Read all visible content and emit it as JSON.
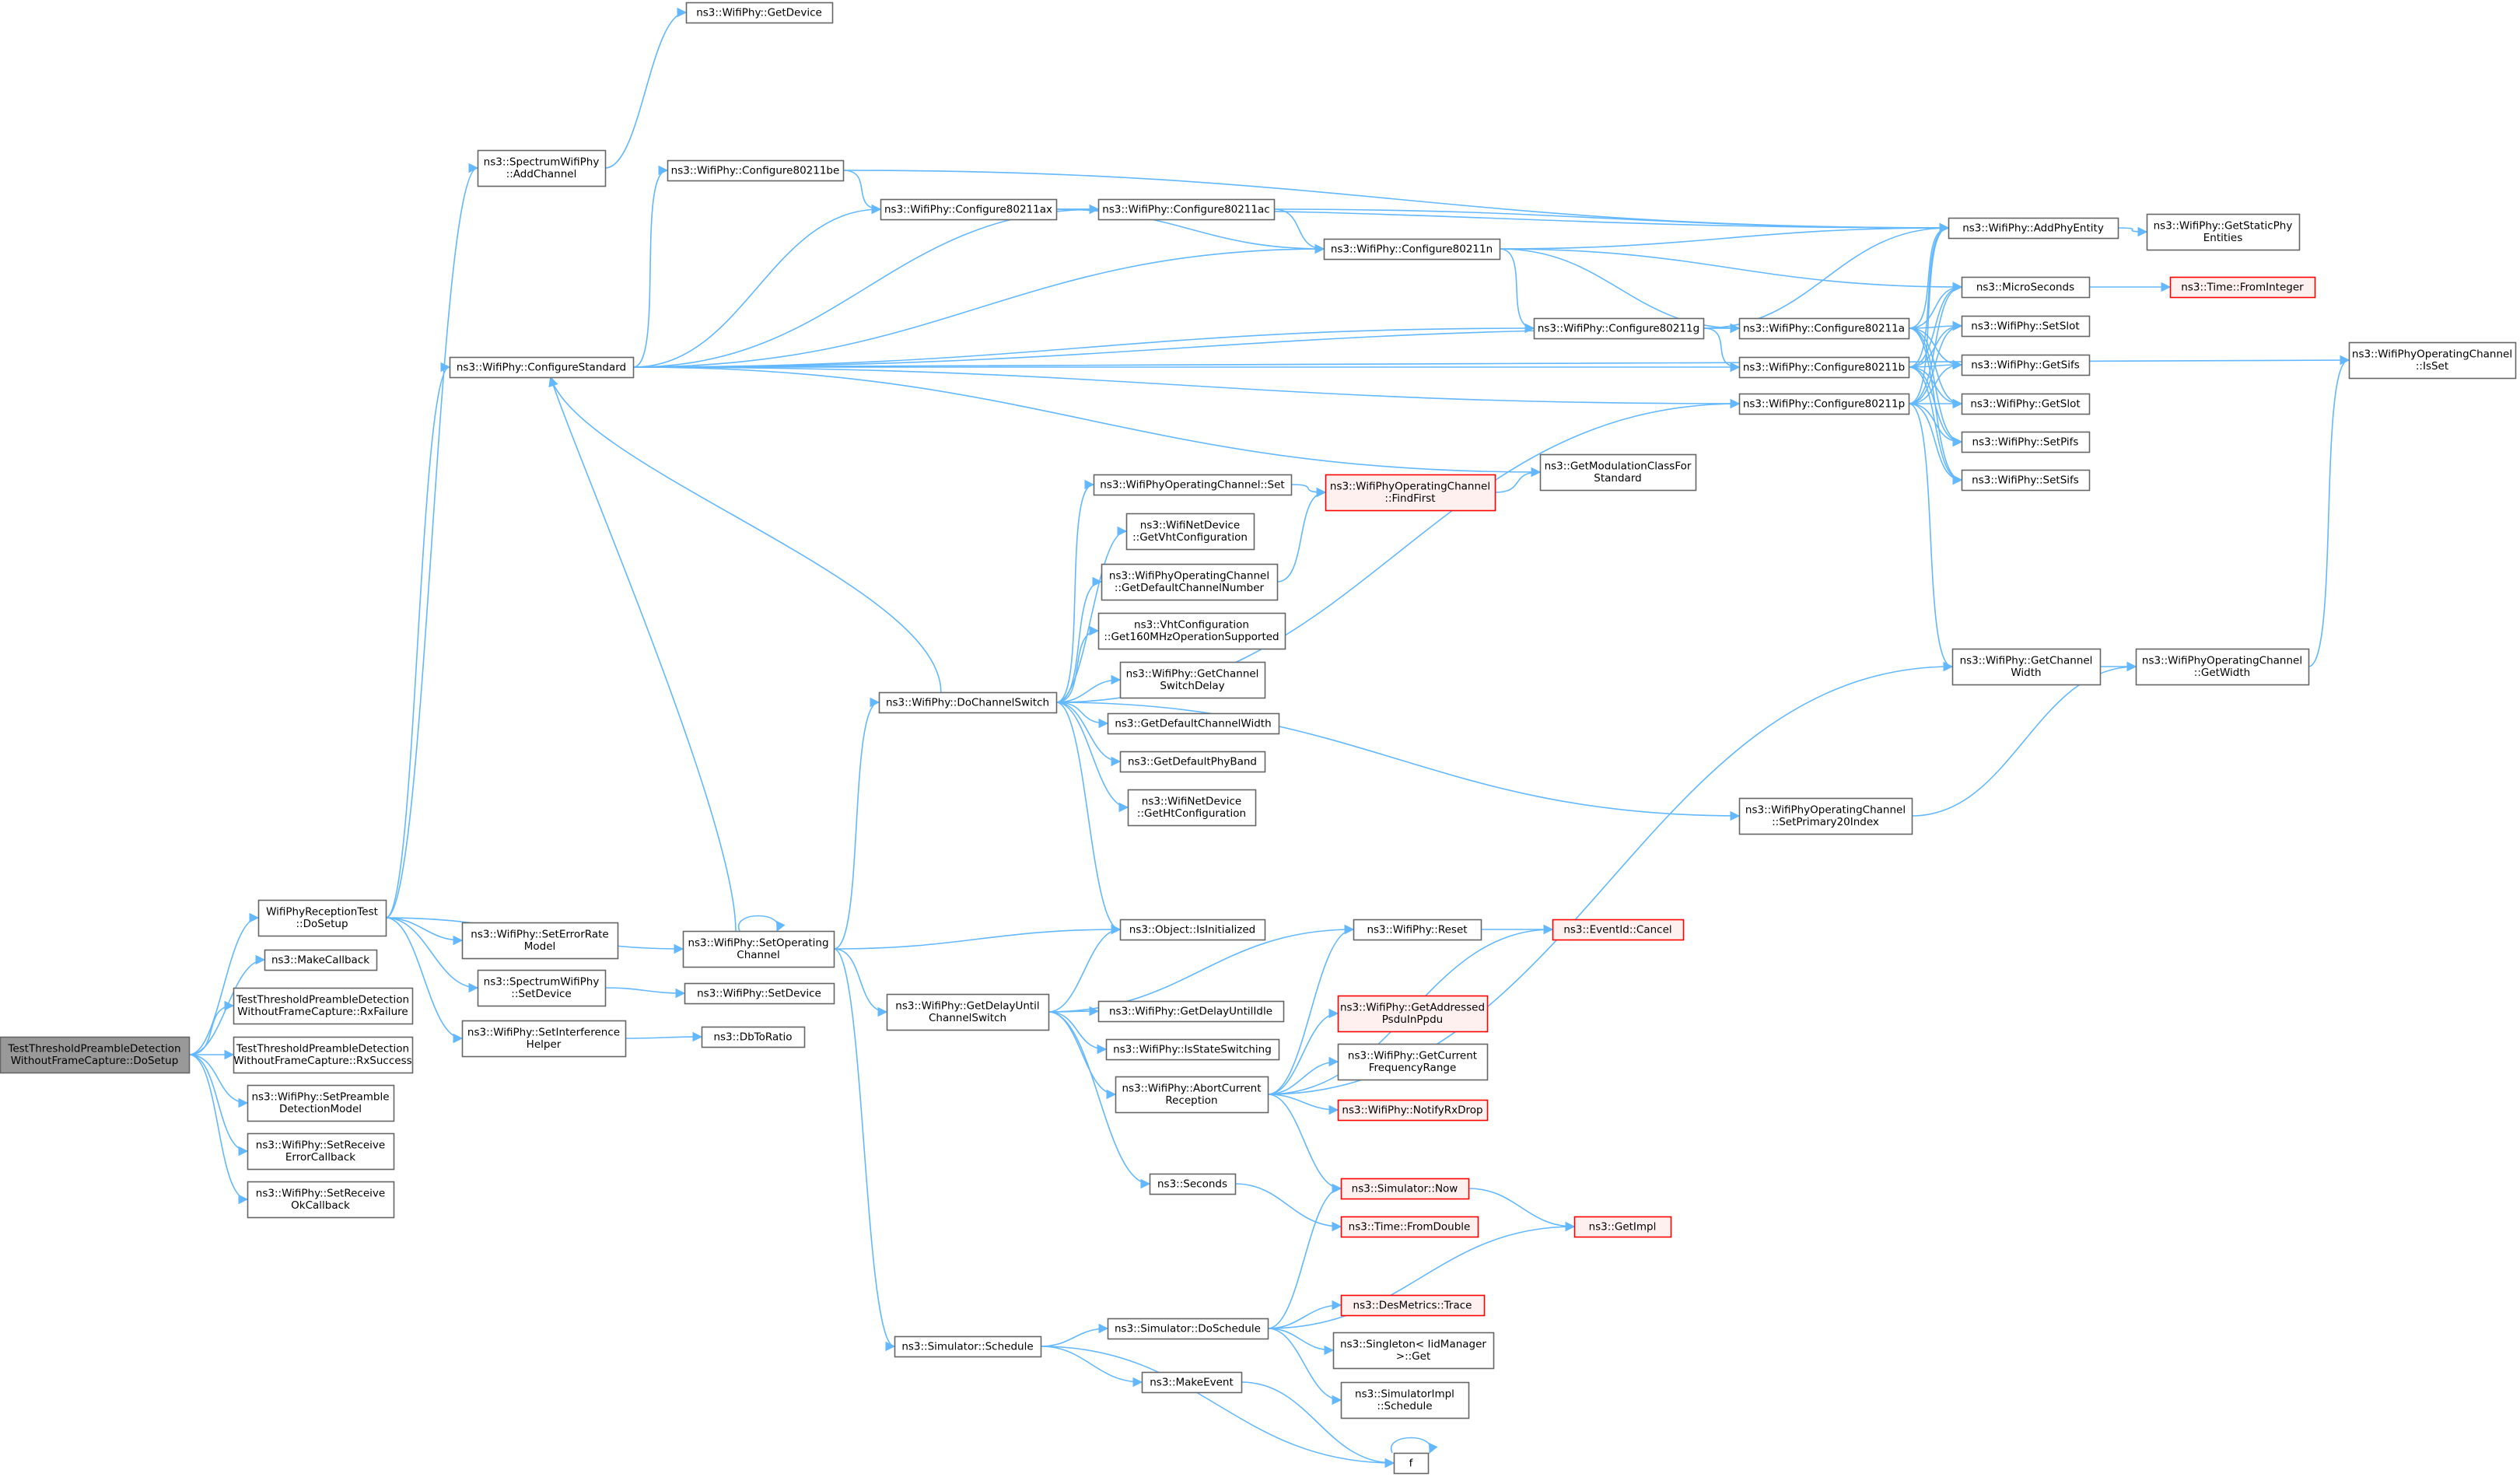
{
  "colors": {
    "node_fill": "#ffffff",
    "node_border": "#666666",
    "highlight_fill": "#999999",
    "highlight_border": "#666666",
    "truncated_border": "#ff0000",
    "truncated_fill": "#fff0f0",
    "edge": "#63b8ff",
    "text": "#000000"
  },
  "nodes": [
    {
      "id": "root",
      "lines": [
        "TestThresholdPreambleDetection",
        "WithoutFrameCapture::DoSetup"
      ],
      "style": "highlight"
    },
    {
      "id": "doSetup",
      "lines": [
        "WifiPhyReceptionTest",
        "::DoSetup"
      ]
    },
    {
      "id": "makeCallback",
      "lines": [
        "ns3::MakeCallback"
      ]
    },
    {
      "id": "rxFailure",
      "lines": [
        "TestThresholdPreambleDetection",
        "WithoutFrameCapture::RxFailure"
      ]
    },
    {
      "id": "rxSuccess",
      "lines": [
        "TestThresholdPreambleDetection",
        "WithoutFrameCapture::RxSuccess"
      ]
    },
    {
      "id": "setPreamble",
      "lines": [
        "ns3::WifiPhy::SetPreamble",
        "DetectionModel"
      ]
    },
    {
      "id": "setRecvErr",
      "lines": [
        "ns3::WifiPhy::SetReceive",
        "ErrorCallback"
      ]
    },
    {
      "id": "setRecvOk",
      "lines": [
        "ns3::WifiPhy::SetReceive",
        "OkCallback"
      ]
    },
    {
      "id": "spectrumAdd",
      "lines": [
        "ns3::SpectrumWifiPhy",
        "::AddChannel"
      ]
    },
    {
      "id": "getDevice",
      "lines": [
        "ns3::WifiPhy::GetDevice"
      ]
    },
    {
      "id": "configStd",
      "lines": [
        "ns3::WifiPhy::ConfigureStandard"
      ]
    },
    {
      "id": "setErrRate",
      "lines": [
        "ns3::WifiPhy::SetErrorRate",
        "Model"
      ]
    },
    {
      "id": "spectrumSetDev",
      "lines": [
        "ns3::SpectrumWifiPhy",
        "::SetDevice"
      ]
    },
    {
      "id": "setInterf",
      "lines": [
        "ns3::WifiPhy::SetInterference",
        "Helper"
      ]
    },
    {
      "id": "setOpCh",
      "lines": [
        "ns3::WifiPhy::SetOperating",
        "Channel"
      ]
    },
    {
      "id": "wifiSetDev",
      "lines": [
        "ns3::WifiPhy::SetDevice"
      ]
    },
    {
      "id": "dbToRatio",
      "lines": [
        "ns3::DbToRatio"
      ]
    },
    {
      "id": "cfgBe",
      "lines": [
        "ns3::WifiPhy::Configure80211be"
      ]
    },
    {
      "id": "cfgAx",
      "lines": [
        "ns3::WifiPhy::Configure80211ax"
      ]
    },
    {
      "id": "cfgAc",
      "lines": [
        "ns3::WifiPhy::Configure80211ac"
      ]
    },
    {
      "id": "cfgN",
      "lines": [
        "ns3::WifiPhy::Configure80211n"
      ]
    },
    {
      "id": "cfgG",
      "lines": [
        "ns3::WifiPhy::Configure80211g"
      ]
    },
    {
      "id": "cfgA",
      "lines": [
        "ns3::WifiPhy::Configure80211a"
      ]
    },
    {
      "id": "cfgB",
      "lines": [
        "ns3::WifiPhy::Configure80211b"
      ]
    },
    {
      "id": "cfgP",
      "lines": [
        "ns3::WifiPhy::Configure80211p"
      ]
    },
    {
      "id": "addPhyEntity",
      "lines": [
        "ns3::WifiPhy::AddPhyEntity"
      ]
    },
    {
      "id": "getStaticPhy",
      "lines": [
        "ns3::WifiPhy::GetStaticPhy",
        "Entities"
      ]
    },
    {
      "id": "microSeconds",
      "lines": [
        "ns3::MicroSeconds"
      ]
    },
    {
      "id": "timeFromInt",
      "lines": [
        "ns3::Time::FromInteger"
      ],
      "style": "truncated"
    },
    {
      "id": "setSlot",
      "lines": [
        "ns3::WifiPhy::SetSlot"
      ]
    },
    {
      "id": "getSifs",
      "lines": [
        "ns3::WifiPhy::GetSifs"
      ]
    },
    {
      "id": "getSlot",
      "lines": [
        "ns3::WifiPhy::GetSlot"
      ]
    },
    {
      "id": "setPifs",
      "lines": [
        "ns3::WifiPhy::SetPifs"
      ]
    },
    {
      "id": "setSifs",
      "lines": [
        "ns3::WifiPhy::SetSifs"
      ]
    },
    {
      "id": "opChIsSet",
      "lines": [
        "ns3::WifiPhyOperatingChannel",
        "::IsSet"
      ]
    },
    {
      "id": "getModClass",
      "lines": [
        "ns3::GetModulationClassFor",
        "Standard"
      ]
    },
    {
      "id": "opChSet",
      "lines": [
        "ns3::WifiPhyOperatingChannel::Set"
      ]
    },
    {
      "id": "findFirst",
      "lines": [
        "ns3::WifiPhyOperatingChannel",
        "::FindFirst"
      ],
      "style": "truncated"
    },
    {
      "id": "getVht",
      "lines": [
        "ns3::WifiNetDevice",
        "::GetVhtConfiguration"
      ]
    },
    {
      "id": "getDefChNum",
      "lines": [
        "ns3::WifiPhyOperatingChannel",
        "::GetDefaultChannelNumber"
      ]
    },
    {
      "id": "get160",
      "lines": [
        "ns3::VhtConfiguration",
        "::Get160MHzOperationSupported"
      ]
    },
    {
      "id": "getChSwDelay",
      "lines": [
        "ns3::WifiPhy::GetChannel",
        "SwitchDelay"
      ]
    },
    {
      "id": "doChSwitch",
      "lines": [
        "ns3::WifiPhy::DoChannelSwitch"
      ]
    },
    {
      "id": "getDefChWidth",
      "lines": [
        "ns3::GetDefaultChannelWidth"
      ]
    },
    {
      "id": "getDefPhyBand",
      "lines": [
        "ns3::GetDefaultPhyBand"
      ]
    },
    {
      "id": "getHt",
      "lines": [
        "ns3::WifiNetDevice",
        "::GetHtConfiguration"
      ]
    },
    {
      "id": "getChWidth",
      "lines": [
        "ns3::WifiPhy::GetChannel",
        "Width"
      ]
    },
    {
      "id": "opChGetWidth",
      "lines": [
        "ns3::WifiPhyOperatingChannel",
        "::GetWidth"
      ]
    },
    {
      "id": "setPrimary20",
      "lines": [
        "ns3::WifiPhyOperatingChannel",
        "::SetPrimary20Index"
      ]
    },
    {
      "id": "isInit",
      "lines": [
        "ns3::Object::IsInitialized"
      ]
    },
    {
      "id": "reset",
      "lines": [
        "ns3::WifiPhy::Reset"
      ]
    },
    {
      "id": "evCancel",
      "lines": [
        "ns3::EventId::Cancel"
      ],
      "style": "truncated"
    },
    {
      "id": "getDelayUntil",
      "lines": [
        "ns3::WifiPhy::GetDelayUntil",
        "ChannelSwitch"
      ]
    },
    {
      "id": "getDelayIdle",
      "lines": [
        "ns3::WifiPhy::GetDelayUntilIdle"
      ]
    },
    {
      "id": "isStateSw",
      "lines": [
        "ns3::WifiPhy::IsStateSwitching"
      ]
    },
    {
      "id": "abortRecep",
      "lines": [
        "ns3::WifiPhy::AbortCurrent",
        "Reception"
      ]
    },
    {
      "id": "getAddrPsdu",
      "lines": [
        "ns3::WifiPhy::GetAddressed",
        "PsduInPpdu"
      ],
      "style": "truncated"
    },
    {
      "id": "getCurFreq",
      "lines": [
        "ns3::WifiPhy::GetCurrent",
        "FrequencyRange"
      ]
    },
    {
      "id": "notifyRxDrop",
      "lines": [
        "ns3::WifiPhy::NotifyRxDrop"
      ],
      "style": "truncated"
    },
    {
      "id": "seconds",
      "lines": [
        "ns3::Seconds"
      ]
    },
    {
      "id": "simNow",
      "lines": [
        "ns3::Simulator::Now"
      ],
      "style": "truncated"
    },
    {
      "id": "timeFromDouble",
      "lines": [
        "ns3::Time::FromDouble"
      ],
      "style": "truncated"
    },
    {
      "id": "getImpl",
      "lines": [
        "ns3::GetImpl"
      ],
      "style": "truncated"
    },
    {
      "id": "simSchedule",
      "lines": [
        "ns3::Simulator::Schedule"
      ]
    },
    {
      "id": "simDoSchedule",
      "lines": [
        "ns3::Simulator::DoSchedule"
      ]
    },
    {
      "id": "desTrace",
      "lines": [
        "ns3::DesMetrics::Trace"
      ],
      "style": "truncated"
    },
    {
      "id": "singleton",
      "lines": [
        "ns3::Singleton< IidManager",
        " >::Get"
      ]
    },
    {
      "id": "simImplSched",
      "lines": [
        "ns3::SimulatorImpl",
        "::Schedule"
      ]
    },
    {
      "id": "makeEvent",
      "lines": [
        "ns3::MakeEvent"
      ]
    },
    {
      "id": "f",
      "lines": [
        "f"
      ]
    }
  ],
  "edges": [
    [
      "root",
      "doSetup"
    ],
    [
      "root",
      "makeCallback"
    ],
    [
      "root",
      "rxFailure"
    ],
    [
      "root",
      "rxSuccess"
    ],
    [
      "root",
      "setPreamble"
    ],
    [
      "root",
      "setRecvErr"
    ],
    [
      "root",
      "setRecvOk"
    ],
    [
      "doSetup",
      "spectrumAdd"
    ],
    [
      "doSetup",
      "configStd"
    ],
    [
      "doSetup",
      "setErrRate"
    ],
    [
      "doSetup",
      "spectrumSetDev"
    ],
    [
      "doSetup",
      "setInterf"
    ],
    [
      "doSetup",
      "setOpCh"
    ],
    [
      "spectrumAdd",
      "getDevice"
    ],
    [
      "configStd",
      "opChIsSet"
    ],
    [
      "configStd",
      "cfgBe"
    ],
    [
      "configStd",
      "cfgAx"
    ],
    [
      "configStd",
      "cfgAc"
    ],
    [
      "configStd",
      "cfgN"
    ],
    [
      "configStd",
      "cfgG"
    ],
    [
      "configStd",
      "cfgA"
    ],
    [
      "configStd",
      "cfgB"
    ],
    [
      "configStd",
      "cfgP"
    ],
    [
      "configStd",
      "getModClass"
    ],
    [
      "cfgBe",
      "cfgAx"
    ],
    [
      "cfgBe",
      "addPhyEntity"
    ],
    [
      "cfgAx",
      "cfgAc"
    ],
    [
      "cfgAx",
      "cfgN"
    ],
    [
      "cfgAx",
      "addPhyEntity"
    ],
    [
      "cfgAc",
      "cfgN"
    ],
    [
      "cfgAc",
      "addPhyEntity"
    ],
    [
      "cfgN",
      "addPhyEntity"
    ],
    [
      "cfgN",
      "microSeconds"
    ],
    [
      "cfgN",
      "cfgG"
    ],
    [
      "cfgN",
      "cfgA"
    ],
    [
      "cfgG",
      "addPhyEntity"
    ],
    [
      "cfgG",
      "cfgB"
    ],
    [
      "cfgA",
      "addPhyEntity"
    ],
    [
      "cfgA",
      "microSeconds"
    ],
    [
      "cfgA",
      "setSlot"
    ],
    [
      "cfgA",
      "getSifs"
    ],
    [
      "cfgA",
      "getSlot"
    ],
    [
      "cfgA",
      "setPifs"
    ],
    [
      "cfgA",
      "setSifs"
    ],
    [
      "cfgB",
      "addPhyEntity"
    ],
    [
      "cfgB",
      "microSeconds"
    ],
    [
      "cfgB",
      "setSlot"
    ],
    [
      "cfgB",
      "getSifs"
    ],
    [
      "cfgB",
      "getSlot"
    ],
    [
      "cfgB",
      "setPifs"
    ],
    [
      "cfgB",
      "setSifs"
    ],
    [
      "cfgP",
      "addPhyEntity"
    ],
    [
      "cfgP",
      "microSeconds"
    ],
    [
      "cfgP",
      "setSlot"
    ],
    [
      "cfgP",
      "getSifs"
    ],
    [
      "cfgP",
      "getSlot"
    ],
    [
      "cfgP",
      "setPifs"
    ],
    [
      "cfgP",
      "setSifs"
    ],
    [
      "cfgP",
      "getChWidth"
    ],
    [
      "addPhyEntity",
      "getStaticPhy"
    ],
    [
      "microSeconds",
      "timeFromInt"
    ],
    [
      "spectrumSetDev",
      "wifiSetDev"
    ],
    [
      "setInterf",
      "dbToRatio"
    ],
    [
      "setOpCh",
      "configStd"
    ],
    [
      "setOpCh",
      "setOpCh"
    ],
    [
      "setOpCh",
      "doChSwitch"
    ],
    [
      "setOpCh",
      "isInit"
    ],
    [
      "setOpCh",
      "getDelayUntil"
    ],
    [
      "setOpCh",
      "simSchedule"
    ],
    [
      "doChSwitch",
      "configStd"
    ],
    [
      "doChSwitch",
      "opChSet"
    ],
    [
      "doChSwitch",
      "getVht"
    ],
    [
      "doChSwitch",
      "getDefChNum"
    ],
    [
      "doChSwitch",
      "get160"
    ],
    [
      "doChSwitch",
      "getChSwDelay"
    ],
    [
      "doChSwitch",
      "getDefChWidth"
    ],
    [
      "doChSwitch",
      "getDefPhyBand"
    ],
    [
      "doChSwitch",
      "getHt"
    ],
    [
      "doChSwitch",
      "isInit"
    ],
    [
      "doChSwitch",
      "cfgP"
    ],
    [
      "doChSwitch",
      "setPrimary20"
    ],
    [
      "opChSet",
      "findFirst"
    ],
    [
      "getDefChNum",
      "findFirst"
    ],
    [
      "findFirst",
      "getModClass"
    ],
    [
      "setPrimary20",
      "opChGetWidth"
    ],
    [
      "getChWidth",
      "opChGetWidth"
    ],
    [
      "opChGetWidth",
      "opChIsSet"
    ],
    [
      "getDelayUntil",
      "isInit"
    ],
    [
      "getDelayUntil",
      "reset"
    ],
    [
      "getDelayUntil",
      "getDelayIdle"
    ],
    [
      "getDelayUntil",
      "isStateSw"
    ],
    [
      "getDelayUntil",
      "abortRecep"
    ],
    [
      "getDelayUntil",
      "seconds"
    ],
    [
      "reset",
      "evCancel"
    ],
    [
      "abortRecep",
      "reset"
    ],
    [
      "abortRecep",
      "evCancel"
    ],
    [
      "abortRecep",
      "getAddrPsdu"
    ],
    [
      "abortRecep",
      "getCurFreq"
    ],
    [
      "abortRecep",
      "notifyRxDrop"
    ],
    [
      "abortRecep",
      "simNow"
    ],
    [
      "abortRecep",
      "getChWidth"
    ],
    [
      "seconds",
      "timeFromDouble"
    ],
    [
      "simNow",
      "getImpl"
    ],
    [
      "simSchedule",
      "simDoSchedule"
    ],
    [
      "simSchedule",
      "makeEvent"
    ],
    [
      "simSchedule",
      "f"
    ],
    [
      "simDoSchedule",
      "simNow"
    ],
    [
      "simDoSchedule",
      "getImpl"
    ],
    [
      "simDoSchedule",
      "desTrace"
    ],
    [
      "simDoSchedule",
      "singleton"
    ],
    [
      "simDoSchedule",
      "simImplSched"
    ],
    [
      "makeEvent",
      "f"
    ],
    [
      "f",
      "f"
    ]
  ]
}
